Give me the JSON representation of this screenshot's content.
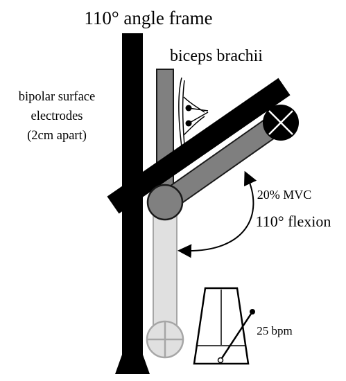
{
  "title": "110° angle frame",
  "muscle_label": "biceps brachii",
  "electrodes_label": [
    "bipolar surface",
    "electrodes",
    "(2cm apart)"
  ],
  "load_label": "20% MVC",
  "flexion_label": "110° flexion",
  "metronome_label": "25 bpm",
  "colors": {
    "frame": "#000000",
    "upper_arm": "#808080",
    "forearm_flexed": "#7f7f7f",
    "forearm_rest": "#e0e0e0",
    "forearm_rest_stroke": "#a6a6a6",
    "outline": "#1a1a1a"
  }
}
